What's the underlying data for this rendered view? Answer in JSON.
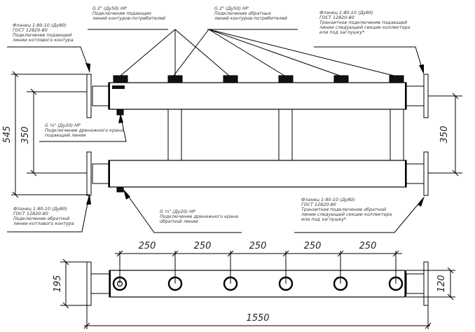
{
  "labels": {
    "flange_supply_left": [
      "Фланец 1-80-10 (Ду80)",
      "ГОСТ 12820-80",
      "Подключение подающей",
      "линии котлового контура"
    ],
    "supply_consumers": [
      "G 2\" (Ду50) НР",
      "Подключение подающих",
      "линий контуров-потребителей"
    ],
    "return_consumers": [
      "G 2\" (Ду50) НР",
      "Подключение обратных",
      "линий контуров-потребителей"
    ],
    "flange_supply_right": [
      "Фланец 1-80-10 (Ду80)",
      "ГОСТ 12820-80",
      "Транзитное подключение подающей",
      "линии следующей секции коллектора",
      "или под заглушку*"
    ],
    "drain_supply": [
      "G ¾\" (Ду20) НР",
      "Подключение дренажного крана",
      "подающей линии"
    ],
    "flange_return_left": [
      "Фланец 1-80-10 (Ду80)",
      "ГОСТ 12820-80",
      "Подключение обратной",
      "линии котлового контура"
    ],
    "drain_return": [
      "G ¾\" (Ду20) НР",
      "Подключение дренажного крана",
      "обратной линии"
    ],
    "flange_return_right": [
      "Фланец 1-80-10 (Ду80)",
      "ГОСТ 12820-80",
      "Транзитное подключение обратной",
      "линии следующей секции коллектора",
      "или под заглушку*"
    ]
  },
  "dimensions": {
    "overall_height": "545",
    "pipe_spacing_left": "350",
    "pipe_spacing_right": "350",
    "outlet_pitch": [
      "250",
      "250",
      "250",
      "250",
      "250"
    ],
    "total_length": "1550",
    "flange_diameter": "195",
    "pipe_height": "120"
  }
}
